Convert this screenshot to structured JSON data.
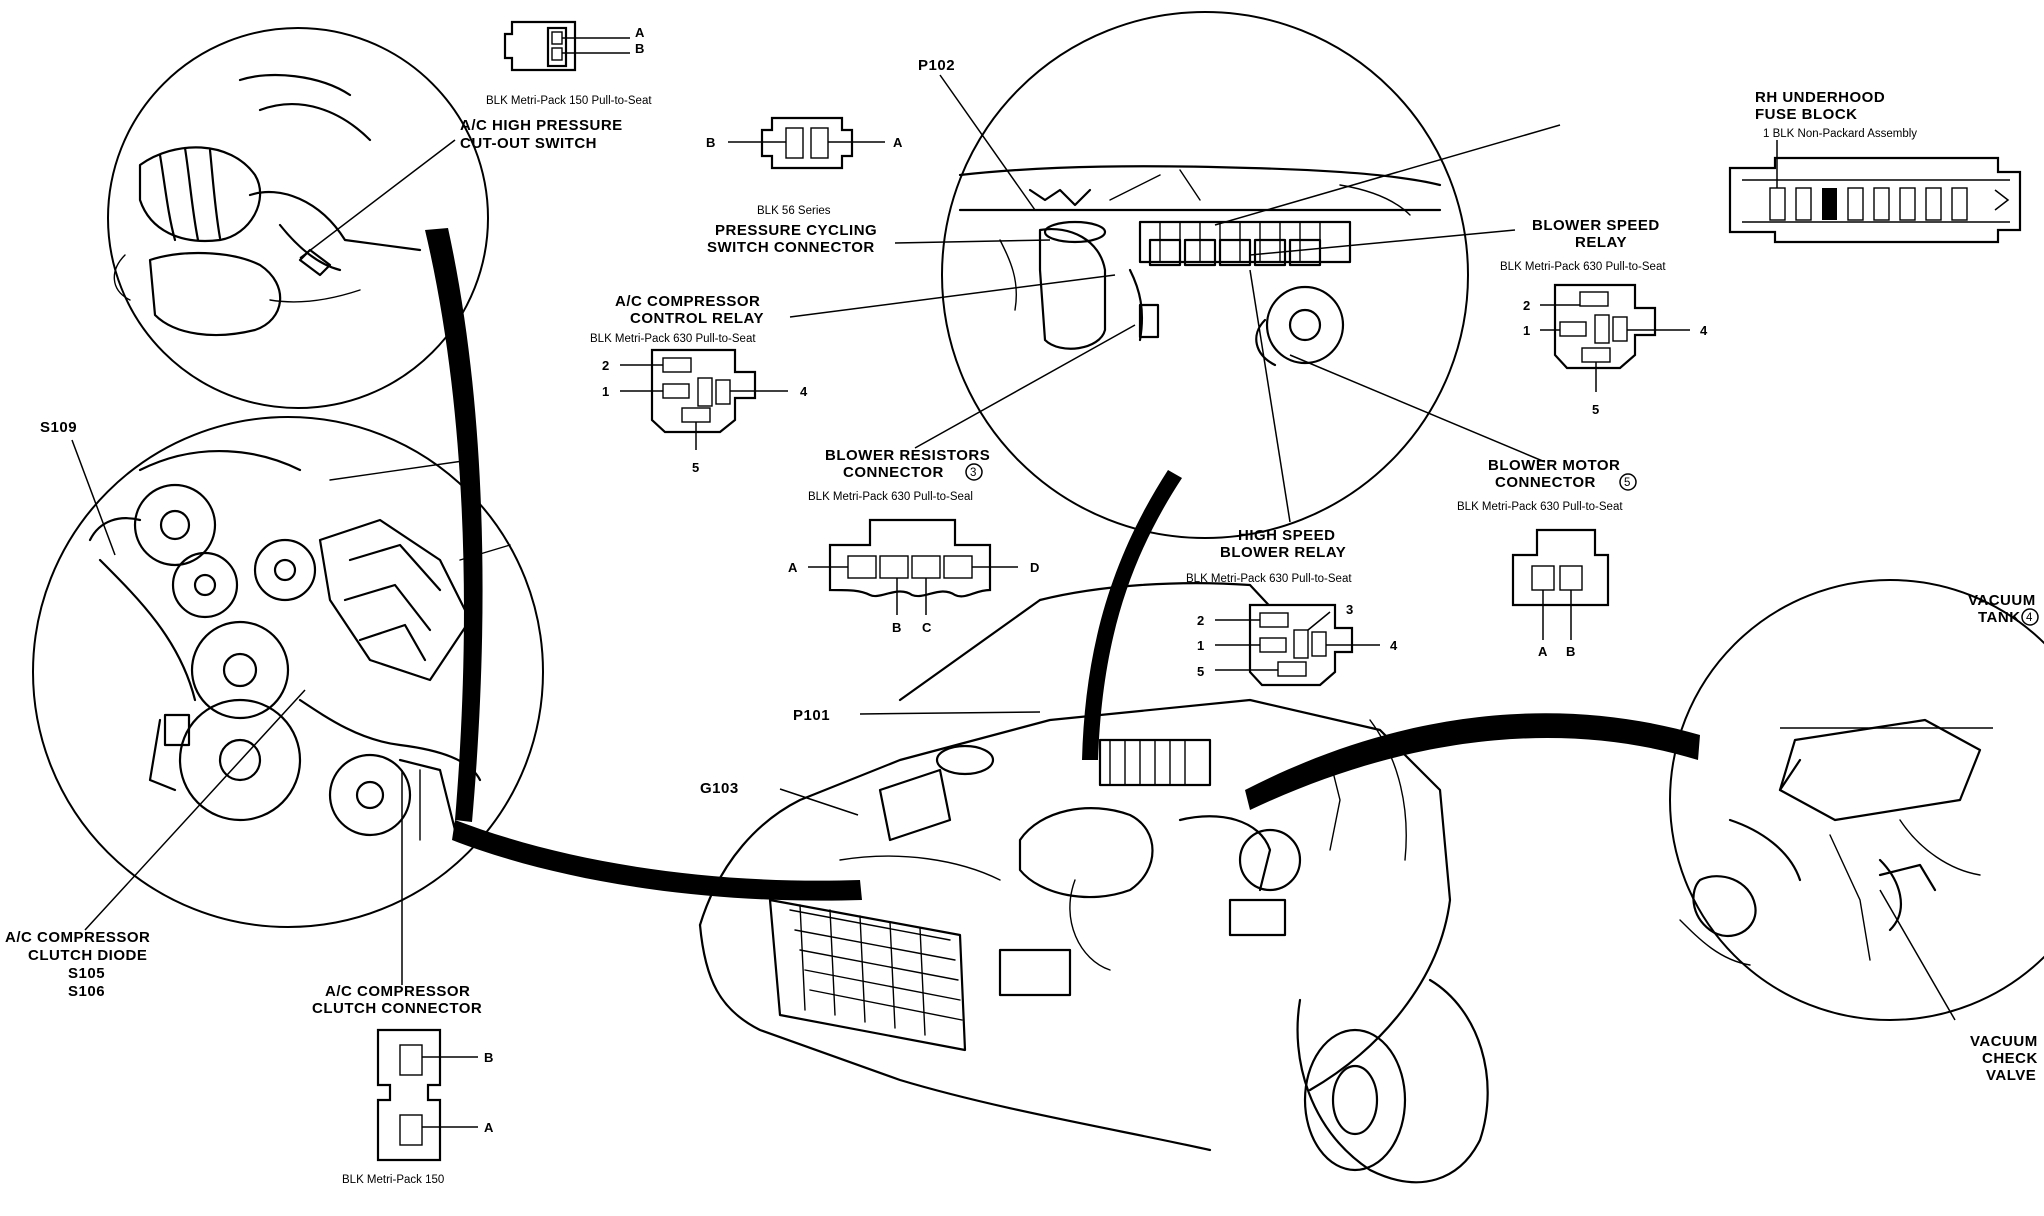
{
  "labels": {
    "ac_high_pressure_switch": [
      "A/C HIGH PRESSURE",
      "CUT-OUT SWITCH"
    ],
    "pressure_cycling_switch": [
      "PRESSURE CYCLING",
      "SWITCH CONNECTOR"
    ],
    "ac_compressor_control_relay": [
      "A/C COMPRESSOR",
      "CONTROL RELAY"
    ],
    "blower_resistors_connector": [
      "BLOWER RESISTORS",
      "CONNECTOR"
    ],
    "blower_resistors_note": "3",
    "high_speed_blower_relay": [
      "HIGH SPEED",
      "BLOWER RELAY"
    ],
    "blower_motor_connector": [
      "BLOWER MOTOR",
      "CONNECTOR"
    ],
    "blower_motor_note": "5",
    "blower_speed_relay": [
      "BLOWER SPEED",
      "RELAY"
    ],
    "rh_underhood_fuse_block": [
      "RH UNDERHOOD",
      "FUSE BLOCK"
    ],
    "vacuum_tank": [
      "VACUUM",
      "TANK"
    ],
    "vacuum_tank_note": "4",
    "vacuum_check_valve": [
      "VACUUM",
      "CHECK",
      "VALVE"
    ],
    "ac_compressor_clutch_diode": [
      "A/C COMPRESSOR",
      "CLUTCH DIODE",
      "S105",
      "S106"
    ],
    "ac_compressor_clutch_connector": [
      "A/C COMPRESSOR",
      "CLUTCH CONNECTOR"
    ],
    "p101": "P101",
    "p102": "P102",
    "g103": "G103",
    "s109": "S109"
  },
  "connector_specs": {
    "metri_pack_150_pull": "BLK Metri-Pack 150 Pull-to-Seat",
    "series_56": "BLK 56 Series",
    "metri_pack_630": "BLK Metri-Pack 630 Pull-to-Seat",
    "metri_pack_630_alt": "BLK Metri-Pack 630 Pull-to-Seal",
    "metri_pack_150": "BLK Metri-Pack 150",
    "fuse_block_note": "1 BLK  Non-Packard Assembly"
  },
  "pins": {
    "a": "A",
    "b": "B",
    "c": "C",
    "d": "D",
    "p1": "1",
    "p2": "2",
    "p3": "3",
    "p4": "4",
    "p5": "5"
  }
}
